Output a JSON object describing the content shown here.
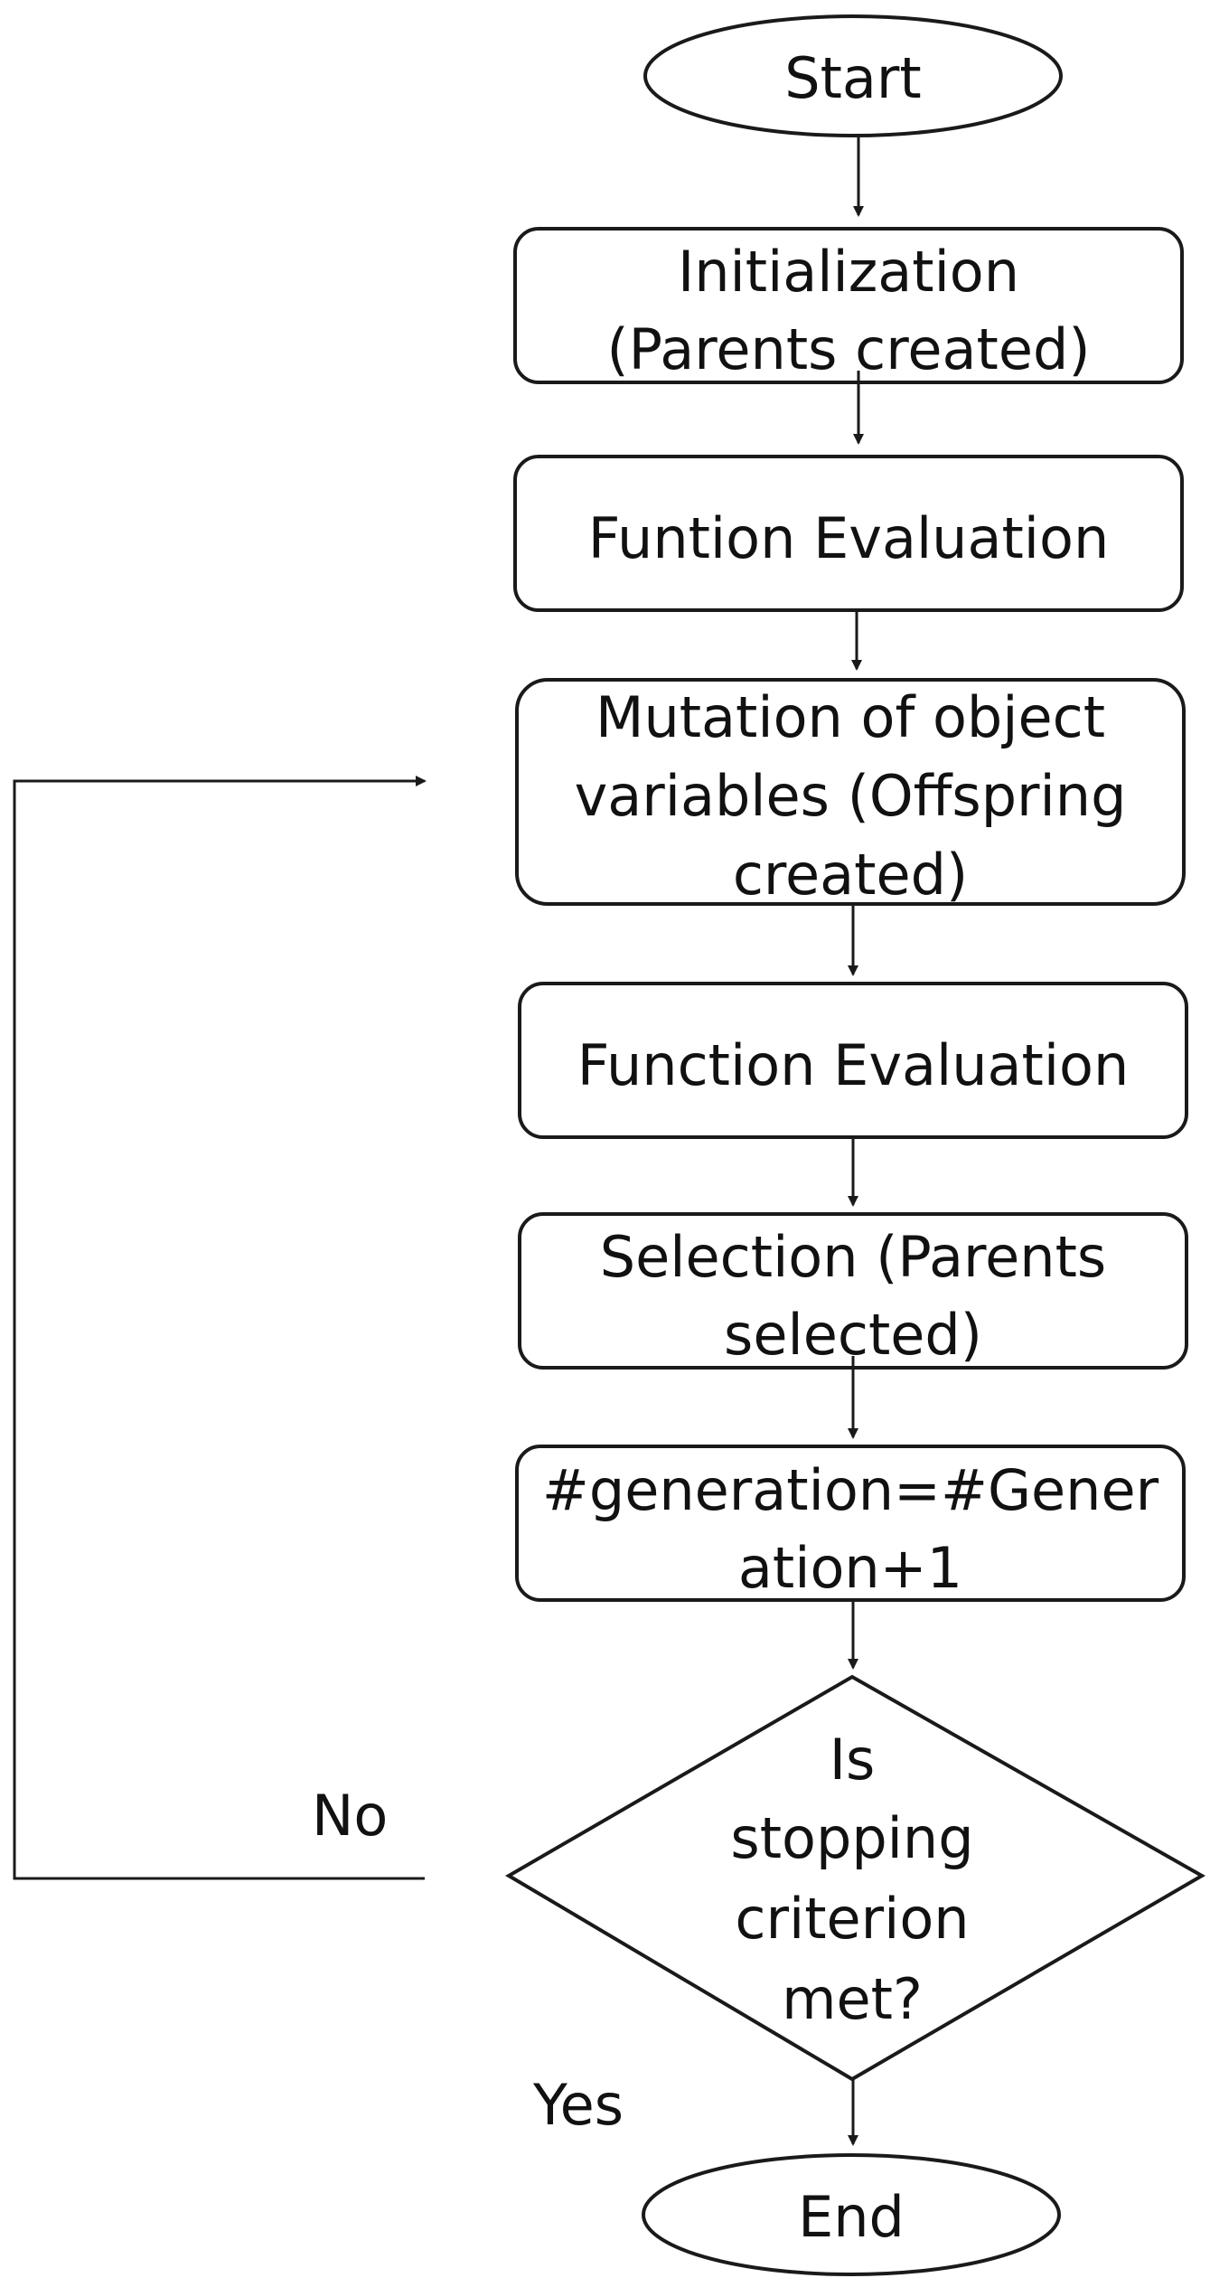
{
  "nodes": {
    "start": {
      "text": "Start"
    },
    "init": {
      "line1": "Initialization",
      "line2": "(Parents created)"
    },
    "funeval": {
      "text": "Funtion Evaluation"
    },
    "mutation": {
      "line1": "Mutation of object",
      "line2": "variables (Offspring",
      "line3": "created)"
    },
    "functioneval": {
      "text": "Function Evaluation"
    },
    "selection": {
      "line1": "Selection (Parents",
      "line2": "selected)"
    },
    "generation": {
      "line1": "#generation=#Gener",
      "line2": "ation+1"
    },
    "decision": {
      "line1": "Is",
      "line2": "stopping",
      "line3": "criterion",
      "line4": "met?"
    },
    "end": {
      "text": "End"
    }
  },
  "labels": {
    "no": "No",
    "yes": "Yes"
  }
}
